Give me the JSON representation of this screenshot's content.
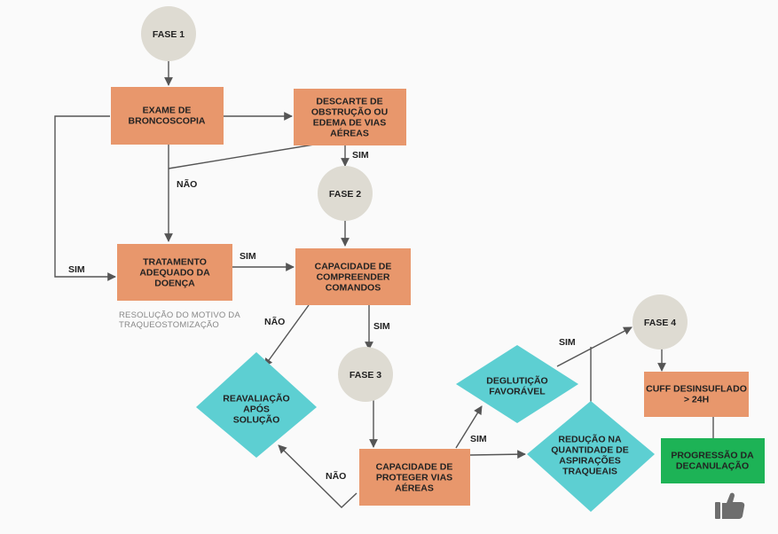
{
  "colors": {
    "box": "#e8976c",
    "circle": "#dedbd2",
    "diamond": "#5dcfd2",
    "final": "#1db356",
    "line": "#555555",
    "note": "#888888",
    "icon": "#6e6e6e"
  },
  "phases": {
    "fase1": "FASE 1",
    "fase2": "FASE 2",
    "fase3": "FASE 3",
    "fase4": "FASE 4"
  },
  "boxes": {
    "broncoscopia": [
      "EXAME DE",
      "BRONCOSCOPIA"
    ],
    "descarte": [
      "DESCARTE DE",
      "OBSTRUÇÃO OU",
      "EDEMA DE VIAS",
      "AÉREAS"
    ],
    "tratamento": [
      "TRATAMENTO",
      "ADEQUADO DA",
      "DOENÇA"
    ],
    "comandos": [
      "CAPACIDADE DE",
      "COMPREENDER",
      "COMANDOS"
    ],
    "proteger": [
      "CAPACIDADE DE",
      "PROTEGER VIAS",
      "AÉREAS"
    ],
    "cuff": [
      "CUFF DESINSUFLADO",
      "> 24H"
    ],
    "progressao": [
      "PROGRESSÃO DA",
      "DECANULAÇÃO"
    ]
  },
  "diamonds": {
    "reavaliacao": [
      "REAVALIAÇÃO",
      "APÓS",
      "SOLUÇÃO"
    ],
    "degluticao": [
      "DEGLUTIÇÃO",
      "FAVORÁVEL"
    ],
    "reducao": [
      "REDUÇÃO NA",
      "QUANTIDADE DE",
      "ASPIRAÇÕES",
      "TRAQUEAIS"
    ]
  },
  "labels": {
    "sim_descarte": "SIM",
    "nao_broncoscopia": "NÃO",
    "sim_left": "SIM",
    "sim_tratamento": "SIM",
    "nao_comandos": "NÃO",
    "sim_comandos": "SIM",
    "nao_proteger": "NÃO",
    "sim_proteger": "SIM",
    "sim_fase4": "SIM"
  },
  "note": [
    "RESOLUÇÃO DO MOTIVO DA",
    "TRAQUEOSTOMIZAÇÃO"
  ],
  "icons": {
    "like": "thumbs-up-icon"
  }
}
